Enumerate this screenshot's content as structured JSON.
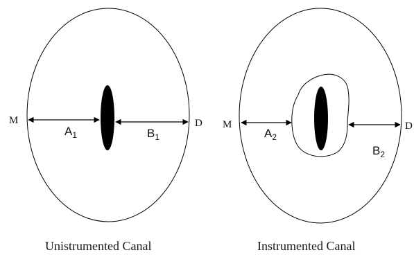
{
  "left_diagram": {
    "mesial_label": "M",
    "distal_label": "D",
    "a_label": "A",
    "a_subscript": "1",
    "b_label": "B",
    "b_subscript": "1",
    "caption": "Unistrumented Canal"
  },
  "right_diagram": {
    "mesial_label": "M",
    "distal_label": "D",
    "a_label": "A",
    "a_subscript": "2",
    "b_label": "B",
    "b_subscript": "2",
    "caption": "Instrumented Canal"
  }
}
